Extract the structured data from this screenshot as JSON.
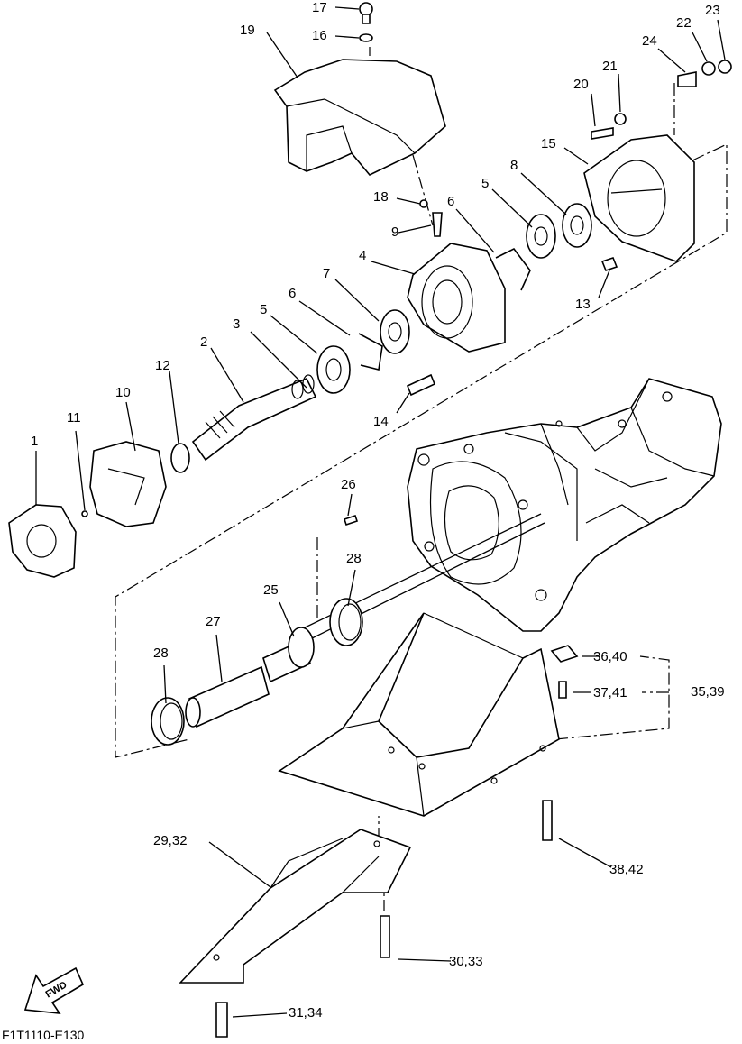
{
  "labels": {
    "p1": "1",
    "p2": "2",
    "p3": "3",
    "p4": "4",
    "p5a": "5",
    "p5b": "5",
    "p6a": "6",
    "p6b": "6",
    "p7": "7",
    "p8": "8",
    "p9": "9",
    "p10": "10",
    "p11": "11",
    "p12": "12",
    "p13": "13",
    "p14": "14",
    "p15": "15",
    "p16": "16",
    "p17": "17",
    "p18": "18",
    "p19": "19",
    "p20": "20",
    "p21": "21",
    "p22": "22",
    "p23": "23",
    "p24": "24",
    "p25": "25",
    "p26": "26",
    "p27": "27",
    "p28a": "28",
    "p28b": "28",
    "p29_32": "29,32",
    "p30_33": "30,33",
    "p31_34": "31,34",
    "p35_39": "35,39",
    "p36_40": "36,40",
    "p37_41": "37,41",
    "p38_42": "38,42"
  },
  "fwd_arrow": {
    "text": "FWD"
  },
  "reference_code": "F1T1110-E130"
}
